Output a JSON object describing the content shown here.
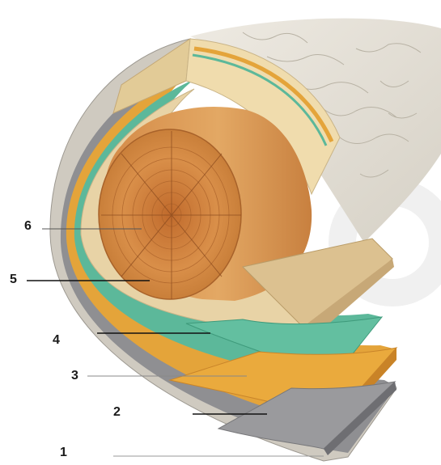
{
  "diagram": {
    "labels": [
      {
        "id": "label-1",
        "text": "1"
      },
      {
        "id": "label-2",
        "text": "2"
      },
      {
        "id": "label-3",
        "text": "3"
      },
      {
        "id": "label-4",
        "text": "4"
      },
      {
        "id": "label-5",
        "text": "5"
      },
      {
        "id": "label-6",
        "text": "6"
      }
    ]
  },
  "colors": {
    "outer_bark": "#cfcac0",
    "grey_layer": "#8f8f92",
    "orange_layer": "#e4a43a",
    "green_layer": "#5cb89a",
    "sapwood": "#e8d3a6",
    "heartwood": "#d58a45",
    "watermark": "#e8e8e8"
  }
}
